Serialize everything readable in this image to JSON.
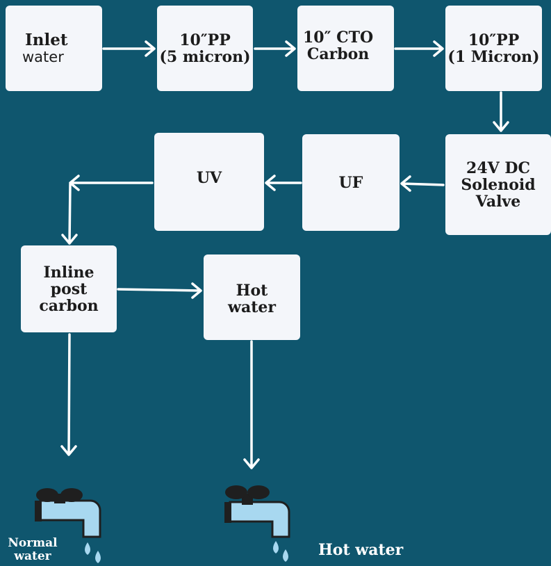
{
  "nodes": {
    "inlet": {
      "title": "Inlet",
      "subtitle": "water"
    },
    "pp5": {
      "label": "10″PP\n(5 micron)"
    },
    "cto": {
      "label": "10″ CTO\nCarbon"
    },
    "pp1": {
      "label": "10″PP\n(1 Micron)"
    },
    "solenoid": {
      "label": "24V DC\nSolenoid\nValve"
    },
    "uf": {
      "label": "UF"
    },
    "uv": {
      "label": "UV"
    },
    "post_carbon": {
      "label": "Inline\npost\ncarbon"
    },
    "hot": {
      "label": "Hot\nwater"
    }
  },
  "outlets": {
    "normal": {
      "label": "Normal\nwater"
    },
    "hot": {
      "label": "Hot water"
    }
  },
  "colors": {
    "background": "#0f566e",
    "box": "#f4f6fa",
    "arrow": "#ffffff",
    "tap_handle": "#1f1f1f",
    "tap_pipe": "#a8d8f0",
    "drop": "#a8d8f0"
  }
}
